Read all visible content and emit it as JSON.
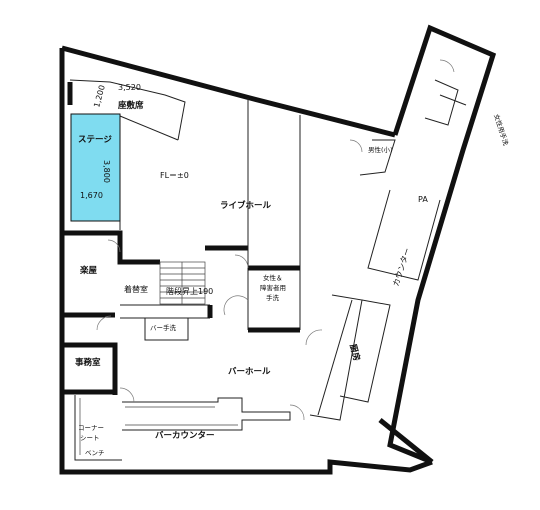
{
  "floor_plan": {
    "rooms": {
      "zashiki": "座敷席",
      "stage": "ステージ",
      "live_hall": "ライブホール",
      "gakuya": "楽屋",
      "kigae": "着替室",
      "kaidan": "階段昇上190",
      "bar_tearai": "バー手洗",
      "josei_shogaisha_tearai_1": "女性＆",
      "josei_shogaisha_tearai_2": "障害者用",
      "josei_shogaisha_tearai_3": "手洗",
      "jimushitsu": "事務室",
      "bar_hall": "バーホール",
      "bar_counter": "バーカウンター",
      "corner_sheet_1": "コーナー",
      "corner_sheet_2": "シート",
      "bench": "ベンチ",
      "chubo": "厨房",
      "pa": "PA",
      "counter": "カウンター",
      "dansei_shoben": "男性(小)",
      "josei_tearai": "女性用手洗"
    },
    "dimensions": {
      "zashiki_depth": "1,200",
      "zashiki_width": "3,520",
      "stage_length": "3,800",
      "stage_width": "1,670"
    },
    "floor_level": "FL＝±0",
    "colors": {
      "wall": "#111111",
      "stage_fill": "#7fdcf0",
      "background": "#ffffff"
    }
  }
}
